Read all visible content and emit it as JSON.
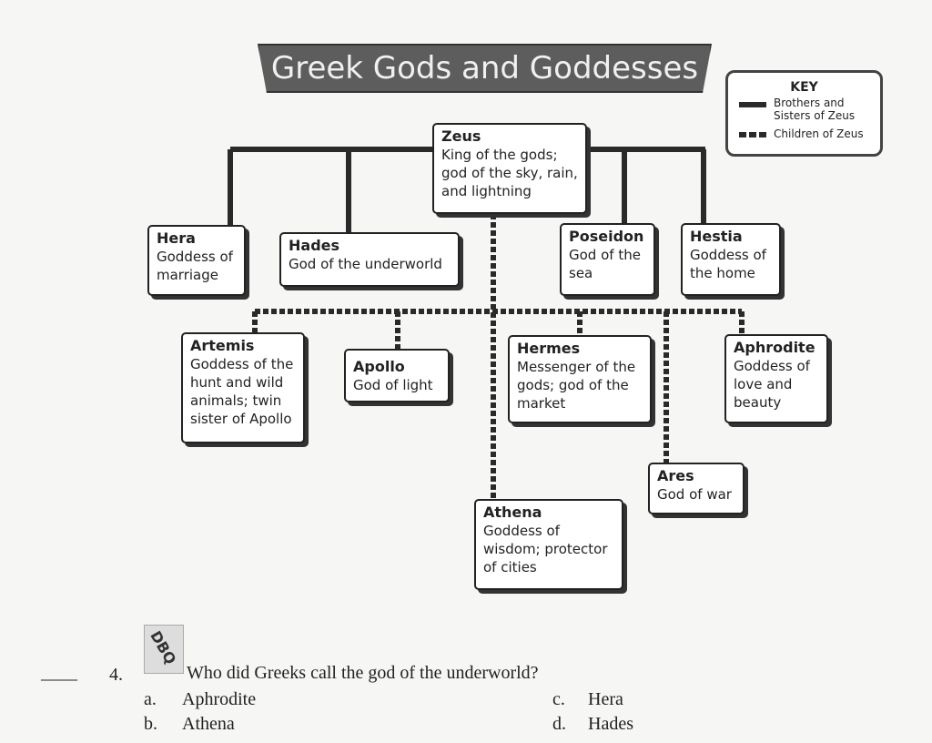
{
  "title": "Greek Gods and Goddesses",
  "key": {
    "heading": "KEY",
    "solid": "Brothers and Sisters of Zeus",
    "dashed": "Children of Zeus"
  },
  "gods": {
    "zeus": {
      "name": "Zeus",
      "desc": "King of the gods; god of the sky, rain, and lightning"
    },
    "hera": {
      "name": "Hera",
      "desc": "Goddess of marriage"
    },
    "hades": {
      "name": "Hades",
      "desc": "God of the underworld"
    },
    "poseidon": {
      "name": "Poseidon",
      "desc": "God of the sea"
    },
    "hestia": {
      "name": "Hestia",
      "desc": "Goddess of the home"
    },
    "artemis": {
      "name": "Artemis",
      "desc": "Goddess of the hunt and wild animals; twin sister of Apollo"
    },
    "apollo": {
      "name": "Apollo",
      "desc": "God of light"
    },
    "hermes": {
      "name": "Hermes",
      "desc": "Messenger of the gods; god of the market"
    },
    "aphrodite": {
      "name": "Aphrodite",
      "desc": "Goddess of love and beauty"
    },
    "ares": {
      "name": "Ares",
      "desc": "God of war"
    },
    "athena": {
      "name": "Athena",
      "desc": "Goddess of wisdom; protector of cities"
    }
  },
  "question": {
    "blank": "____",
    "number": "4.",
    "icon_text": "DBQ",
    "text": "Who did Greeks call the god of the underworld?",
    "options": [
      {
        "letter": "a.",
        "text": "Aphrodite"
      },
      {
        "letter": "b.",
        "text": "Athena"
      },
      {
        "letter": "c.",
        "text": "Hera"
      },
      {
        "letter": "d.",
        "text": "Hades"
      }
    ]
  }
}
